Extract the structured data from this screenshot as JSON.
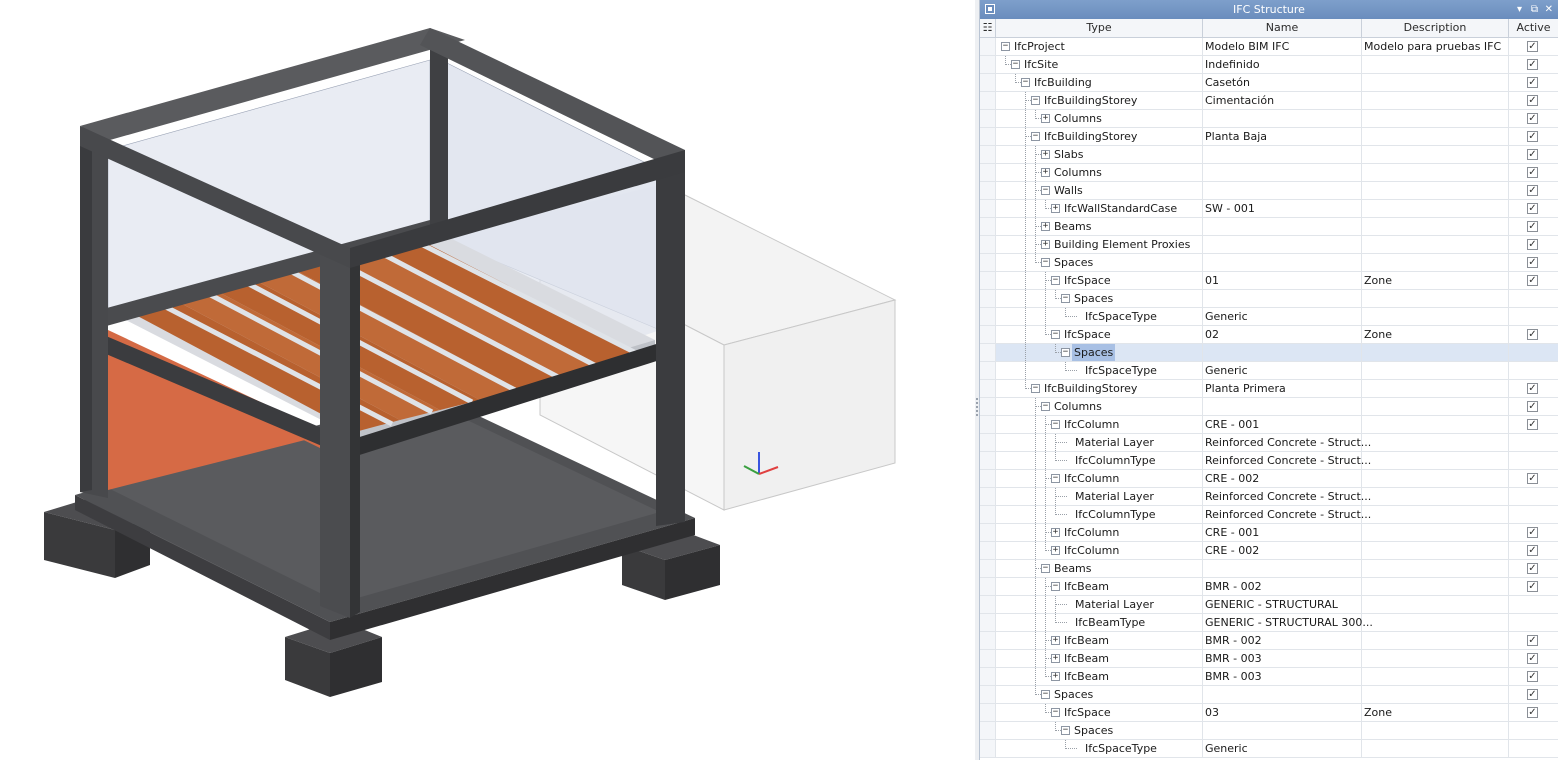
{
  "panel": {
    "title": "IFC Structure",
    "columns": {
      "type": "Type",
      "name": "Name",
      "description": "Description",
      "active": "Active"
    }
  },
  "tree": [
    {
      "depth": 0,
      "exp": "minus",
      "type": "IfcProject",
      "name": "Modelo BIM IFC",
      "desc": "Modelo para pruebas IFC",
      "active": true
    },
    {
      "depth": 1,
      "exp": "minus",
      "type": "IfcSite",
      "name": "Indefinido",
      "desc": "",
      "active": true
    },
    {
      "depth": 2,
      "exp": "minus",
      "type": "IfcBuilding",
      "name": "Casetón",
      "desc": "",
      "active": true
    },
    {
      "depth": 3,
      "exp": "minus",
      "type": "IfcBuildingStorey",
      "name": "Cimentación",
      "desc": "",
      "active": true
    },
    {
      "depth": 4,
      "exp": "plus",
      "type": "Columns",
      "name": "",
      "desc": "",
      "active": true
    },
    {
      "depth": 3,
      "exp": "minus",
      "type": "IfcBuildingStorey",
      "name": "Planta Baja",
      "desc": "",
      "active": true
    },
    {
      "depth": 4,
      "exp": "plus",
      "type": "Slabs",
      "name": "",
      "desc": "",
      "active": true
    },
    {
      "depth": 4,
      "exp": "plus",
      "type": "Columns",
      "name": "",
      "desc": "",
      "active": true
    },
    {
      "depth": 4,
      "exp": "minus",
      "type": "Walls",
      "name": "",
      "desc": "",
      "active": true
    },
    {
      "depth": 5,
      "exp": "plus",
      "type": "IfcWallStandardCase",
      "name": "SW - 001",
      "desc": "",
      "active": true
    },
    {
      "depth": 4,
      "exp": "plus",
      "type": "Beams",
      "name": "",
      "desc": "",
      "active": true
    },
    {
      "depth": 4,
      "exp": "plus",
      "type": "Building Element Proxies",
      "name": "",
      "desc": "",
      "active": true
    },
    {
      "depth": 4,
      "exp": "minus",
      "type": "Spaces",
      "name": "",
      "desc": "",
      "active": true
    },
    {
      "depth": 5,
      "exp": "minus",
      "type": "IfcSpace",
      "name": "01",
      "desc": "Zone",
      "active": true
    },
    {
      "depth": 6,
      "exp": "minus",
      "type": "Spaces",
      "name": "",
      "desc": "",
      "active": null
    },
    {
      "depth": 7,
      "exp": "none",
      "type": "IfcSpaceType",
      "name": "Generic",
      "desc": "",
      "active": null
    },
    {
      "depth": 5,
      "exp": "minus",
      "type": "IfcSpace",
      "name": "02",
      "desc": "Zone",
      "active": true
    },
    {
      "depth": 6,
      "exp": "minus",
      "type": "Spaces",
      "name": "",
      "desc": "",
      "active": null,
      "selected": true
    },
    {
      "depth": 7,
      "exp": "none",
      "type": "IfcSpaceType",
      "name": "Generic",
      "desc": "",
      "active": null
    },
    {
      "depth": 3,
      "exp": "minus",
      "type": "IfcBuildingStorey",
      "name": "Planta Primera",
      "desc": "",
      "active": true
    },
    {
      "depth": 4,
      "exp": "minus",
      "type": "Columns",
      "name": "",
      "desc": "",
      "active": true
    },
    {
      "depth": 5,
      "exp": "minus",
      "type": "IfcColumn",
      "name": "CRE - 001",
      "desc": "",
      "active": true
    },
    {
      "depth": 6,
      "exp": "none",
      "type": "Material Layer",
      "name": "Reinforced Concrete - Struct...",
      "desc": "",
      "active": null
    },
    {
      "depth": 6,
      "exp": "none",
      "type": "IfcColumnType",
      "name": "Reinforced Concrete - Struct...",
      "desc": "",
      "active": null
    },
    {
      "depth": 5,
      "exp": "minus",
      "type": "IfcColumn",
      "name": "CRE - 002",
      "desc": "",
      "active": true
    },
    {
      "depth": 6,
      "exp": "none",
      "type": "Material Layer",
      "name": "Reinforced Concrete - Struct...",
      "desc": "",
      "active": null
    },
    {
      "depth": 6,
      "exp": "none",
      "type": "IfcColumnType",
      "name": "Reinforced Concrete - Struct...",
      "desc": "",
      "active": null
    },
    {
      "depth": 5,
      "exp": "plus",
      "type": "IfcColumn",
      "name": "CRE - 001",
      "desc": "",
      "active": true
    },
    {
      "depth": 5,
      "exp": "plus",
      "type": "IfcColumn",
      "name": "CRE - 002",
      "desc": "",
      "active": true
    },
    {
      "depth": 4,
      "exp": "minus",
      "type": "Beams",
      "name": "",
      "desc": "",
      "active": true
    },
    {
      "depth": 5,
      "exp": "minus",
      "type": "IfcBeam",
      "name": "BMR - 002",
      "desc": "",
      "active": true
    },
    {
      "depth": 6,
      "exp": "none",
      "type": "Material Layer",
      "name": "GENERIC - STRUCTURAL",
      "desc": "",
      "active": null
    },
    {
      "depth": 6,
      "exp": "none",
      "type": "IfcBeamType",
      "name": "GENERIC - STRUCTURAL 300...",
      "desc": "",
      "active": null
    },
    {
      "depth": 5,
      "exp": "plus",
      "type": "IfcBeam",
      "name": "BMR - 002",
      "desc": "",
      "active": true
    },
    {
      "depth": 5,
      "exp": "plus",
      "type": "IfcBeam",
      "name": "BMR - 003",
      "desc": "",
      "active": true
    },
    {
      "depth": 5,
      "exp": "plus",
      "type": "IfcBeam",
      "name": "BMR - 003",
      "desc": "",
      "active": true
    },
    {
      "depth": 4,
      "exp": "minus",
      "type": "Spaces",
      "name": "",
      "desc": "",
      "active": true
    },
    {
      "depth": 5,
      "exp": "minus",
      "type": "IfcSpace",
      "name": "03",
      "desc": "Zone",
      "active": true
    },
    {
      "depth": 6,
      "exp": "minus",
      "type": "Spaces",
      "name": "",
      "desc": "",
      "active": null
    },
    {
      "depth": 7,
      "exp": "none",
      "type": "IfcSpaceType",
      "name": "Generic",
      "desc": "",
      "active": null
    }
  ],
  "icons": {
    "panel": "panel-icon",
    "pin": "pin-down-icon",
    "float": "float-window-icon",
    "close": "close-icon",
    "config": "column-chooser-icon",
    "check": "checkmark-icon"
  },
  "glyphs": {
    "pin": "▾",
    "float": "⧉",
    "close": "✕",
    "check": "✓",
    "plus": "+",
    "minus": "−",
    "config": "☷"
  },
  "colors": {
    "title_bar": "#6a8dbd",
    "selection": "#a8c0e4",
    "concrete": "#4a4a4d",
    "glass": "#dde3ee",
    "brick": "#c86b3e",
    "accent_wall": "#d66a45"
  }
}
